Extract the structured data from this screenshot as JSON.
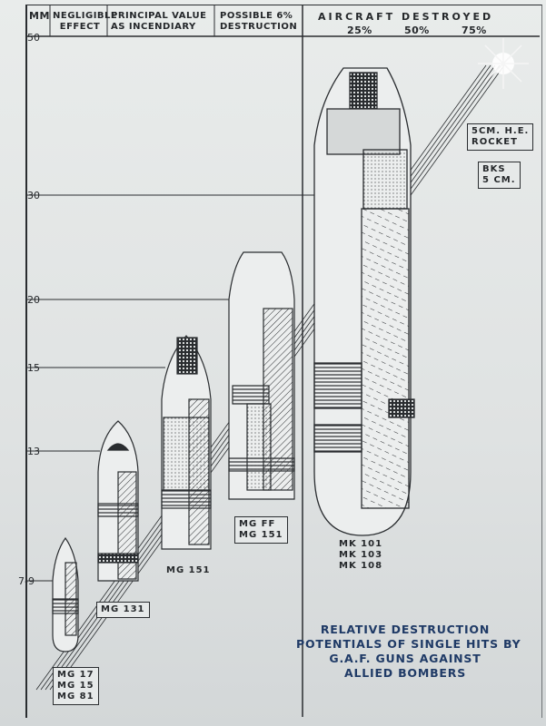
{
  "header": {
    "mm": "MM",
    "negligible": [
      "NEGLIGIBLE",
      "EFFECT"
    ],
    "principal": [
      "PRINCIPAL VALUE",
      "AS INCENDIARY"
    ],
    "possible": [
      "POSSIBLE 6%",
      "DESTRUCTION"
    ],
    "aircraft": "AIRCRAFT DESTROYED",
    "pct_25": "25%",
    "pct_50": "50%",
    "pct_75": "75%"
  },
  "axis_labels": [
    "50",
    "30",
    "20",
    "15",
    "13",
    "7-9"
  ],
  "rounds": {
    "mg17": [
      "MG 17",
      "MG 15",
      "MG 81"
    ],
    "mg131": [
      "MG 131"
    ],
    "mg151": [
      "MG 151"
    ],
    "mgff": [
      "MG FF",
      "MG 151"
    ],
    "mk": [
      "MK 101",
      "MK 103",
      "MK 108"
    ],
    "rocket": [
      "5CM. H.E.",
      "ROCKET"
    ],
    "bks": [
      "BKS",
      "5 CM."
    ]
  },
  "title": [
    "RELATIVE DESTRUCTION",
    "POTENTIALS OF SINGLE HITS BY",
    "G.A.F. GUNS AGAINST",
    "ALLIED BOMBERS"
  ],
  "colors": {
    "ink": "#2a2d30",
    "paper": "#e9eceb",
    "title_ink": "#1f3a66"
  }
}
